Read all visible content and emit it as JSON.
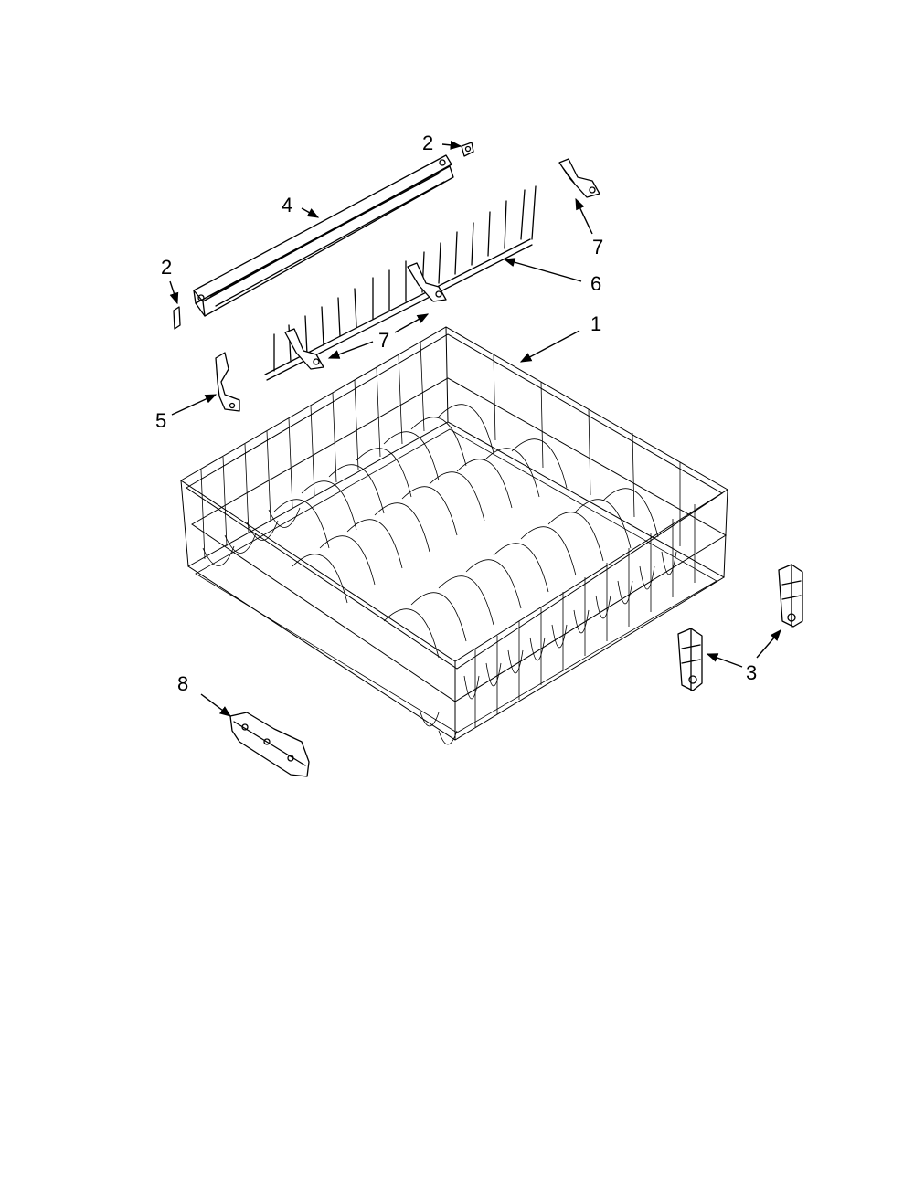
{
  "callouts": [
    {
      "id": "c-2a",
      "label": "2"
    },
    {
      "id": "c-2b",
      "label": "2"
    },
    {
      "id": "c-4",
      "label": "4"
    },
    {
      "id": "c-7a",
      "label": "7"
    },
    {
      "id": "c-6",
      "label": "6"
    },
    {
      "id": "c-7b",
      "label": "7"
    },
    {
      "id": "c-1",
      "label": "1"
    },
    {
      "id": "c-5",
      "label": "5"
    },
    {
      "id": "c-3",
      "label": "3"
    },
    {
      "id": "c-8",
      "label": "8"
    }
  ]
}
